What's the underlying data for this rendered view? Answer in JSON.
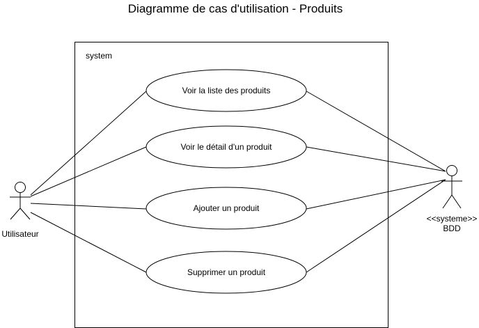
{
  "diagram": {
    "title": "Diagramme de cas d'utilisation - Produits",
    "system_label": "system",
    "actors": {
      "user": {
        "name": "Utilisateur"
      },
      "db": {
        "stereotype": "<<systeme>>",
        "name": "BDD"
      }
    },
    "use_cases": [
      {
        "label": "Voir la liste des produits"
      },
      {
        "label": "Voir le détail d'un produit"
      },
      {
        "label": "Ajouter un produit"
      },
      {
        "label": "Supprimer un produit"
      }
    ]
  }
}
